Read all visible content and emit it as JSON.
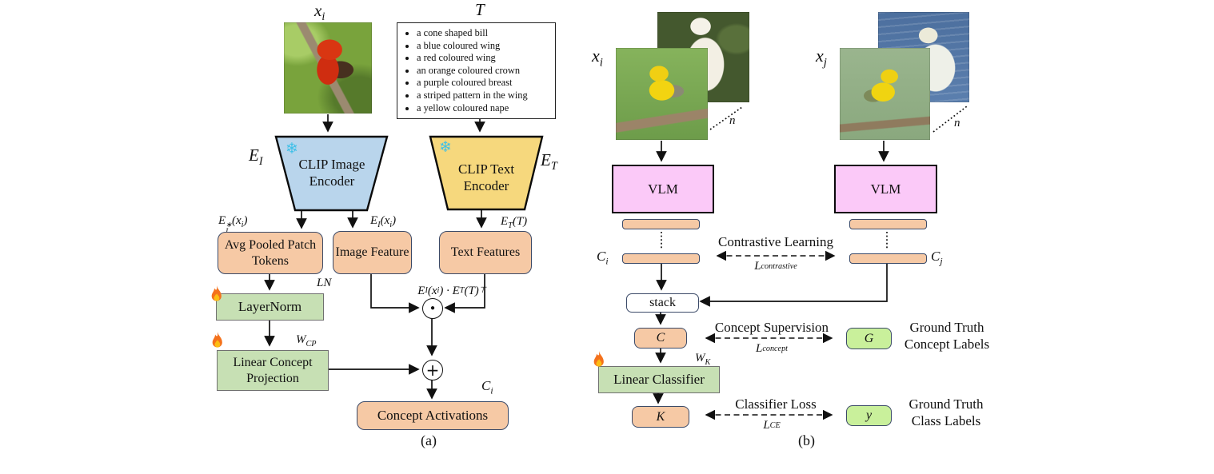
{
  "colors": {
    "peach": "#f6c9a5",
    "green": "#c7e0b4",
    "blue": "#b9d5ec",
    "yellow": "#f6d87d",
    "pink": "#fbc9f8",
    "lightgreen": "#c9f09b",
    "edge": "#3b4a68",
    "snowflake": "#3fc0e8"
  },
  "panel_a": {
    "caption": "(a)",
    "image_label_html": "x<sub>i</sub>",
    "text_label_html": "T",
    "concepts": [
      "a cone shaped bill",
      "a blue coloured wing",
      "a red coloured wing",
      "an orange coloured crown",
      "a purple coloured breast",
      "a striped pattern in the wing",
      "a yellow coloured nape"
    ],
    "image_encoder_label": "CLIP Image Encoder",
    "image_encoder_symbol_html": "E<sub>I</sub>",
    "text_encoder_label": "CLIP Text Encoder",
    "text_encoder_symbol_html": "E<sub>T</sub>",
    "patch_tokens_symbol_html": "E<span class='stk'><span>&#8727;</span><span>I</span></span>(x<sub>i</sub>)",
    "image_feature_symbol_html": "E<sub>I</sub>(x<sub>i</sub>)",
    "text_features_symbol_html": "E<sub>T</sub>(T)",
    "avg_pooled_label": "Avg Pooled Patch Tokens",
    "image_feature_label": "Image Feature",
    "text_features_label": "Text Features",
    "layernorm_label": "LayerNorm",
    "layernorm_symbol_html": "LN",
    "projection_label": "Linear Concept Projection",
    "projection_symbol_html": "W<sub>CP</sub>",
    "dot_product_formula_html": "E<sub>I</sub>(x<sub>i</sub>) &#183; E<sub>T</sub>(T)<sup>&#8868;</sup>",
    "dot_operator": "●",
    "plus_operator": "+",
    "concept_activations_label": "Concept Activations",
    "concept_activations_symbol_html": "C<sub>i</sub>"
  },
  "panel_b": {
    "caption": "(b)",
    "left": {
      "input_html": "x<sub>i</sub>",
      "n_html": "n",
      "vlm_label": "VLM",
      "feature_html": "C<sub>i</sub>"
    },
    "right": {
      "input_html": "x<sub>j</sub>",
      "n_html": "n",
      "vlm_label": "VLM",
      "feature_html": "C<sub>j</sub>"
    },
    "contrastive_title": "Contrastive Learning",
    "contrastive_loss_html": "L<sub>contrastive</sub>",
    "stack_label": "stack",
    "concept_symbol_html": "C",
    "concept_supervision_title": "Concept Supervision",
    "concept_loss_html": "L<sub>concept</sub>",
    "gt_concept_symbol_html": "G",
    "gt_concept_caption": "Ground Truth Concept Labels",
    "classifier_label": "Linear Classifier",
    "classifier_symbol_html": "W<sub>K</sub>",
    "prediction_symbol_html": "K",
    "classifier_loss_title": "Classifier Loss",
    "classifier_loss_html": "L<sub>CE</sub>",
    "gt_class_symbol_html": "y",
    "gt_class_caption": "Ground Truth Class Labels"
  }
}
